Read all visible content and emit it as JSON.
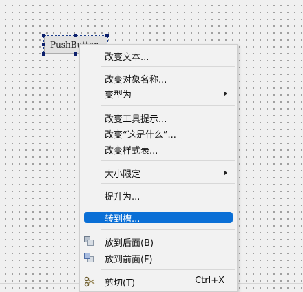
{
  "canvas": {
    "push_button": {
      "label": "PushButton"
    }
  },
  "context_menu": {
    "items": [
      {
        "label": "改变文本..."
      },
      {
        "label": "改变对象名称..."
      },
      {
        "label": "变型为"
      },
      {
        "label": "改变工具提示..."
      },
      {
        "label": "改变“这是什么”..."
      },
      {
        "label": "改变样式表..."
      },
      {
        "label": "大小限定"
      },
      {
        "label": "提升为..."
      },
      {
        "label": "转到槽..."
      },
      {
        "label": "放到后面(B)",
        "icon": "send-to-back-icon"
      },
      {
        "label": "放到前面(F)",
        "icon": "bring-to-front-icon"
      },
      {
        "label": "剪切(T)",
        "shortcut": "Ctrl+X",
        "icon": "scissors-icon"
      }
    ]
  },
  "colors": {
    "highlight": "#0a6fd6",
    "handle": "#0c1f6b"
  }
}
